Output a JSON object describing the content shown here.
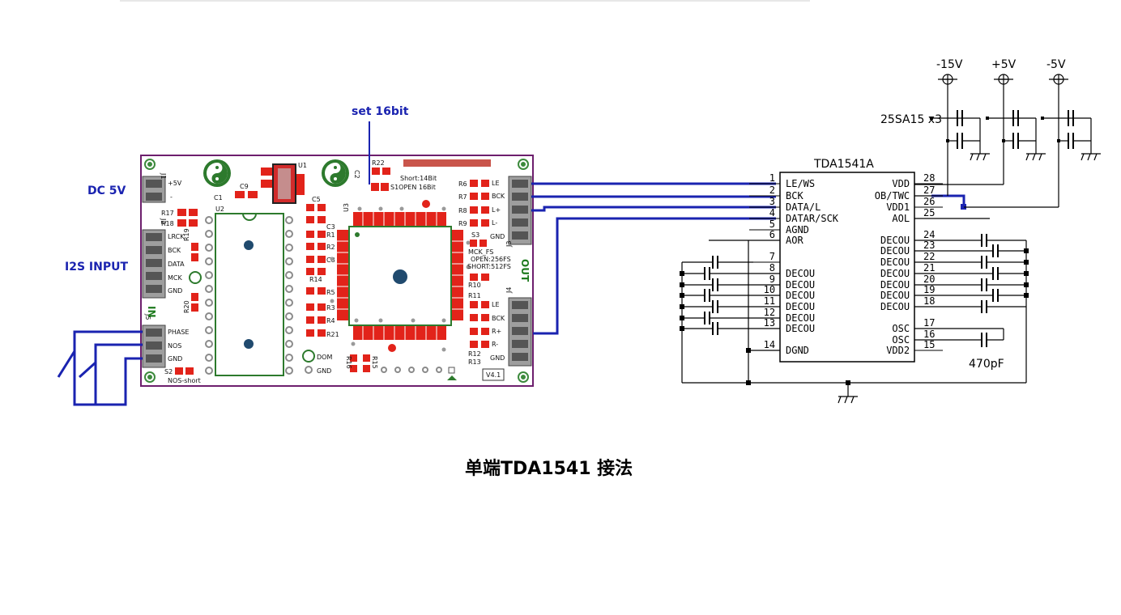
{
  "caption": "单端TDA1541 接法",
  "annotations": {
    "dc5v": "DC 5V",
    "i2s_input": "I2S INPUT",
    "set16bit": "set 16bit"
  },
  "pcb": {
    "version": "V4.1",
    "connectors": {
      "j1": [
        "+5V",
        "-"
      ],
      "j2": [
        "LRCK",
        "BCK",
        "DATA",
        "MCK",
        "GND"
      ],
      "j5": [
        "PHASE",
        "NOS",
        "GND"
      ],
      "j3": [
        "LE",
        "BCK",
        "L+",
        "L-",
        "GND"
      ],
      "j4": [
        "LE",
        "BCK",
        "R+",
        "R-",
        "GND"
      ]
    },
    "conn_ids": {
      "j1": "J1",
      "j2": "J2",
      "j5": "J5",
      "j3": "J3",
      "j4": "J4"
    },
    "refs": {
      "c1": "C1",
      "c2": "C2",
      "c9": "C9",
      "u1": "U1",
      "u2": "U2",
      "u3": "U3",
      "r22": "R22",
      "short14": "Short:14Bit",
      "s1open": "S1OPEN 16Bit",
      "r17": "R17",
      "r18": "R18",
      "r19": "R19",
      "r20": "R20",
      "c5": "C5",
      "c3": "C3",
      "r1": "R1",
      "r2": "R2",
      "c8": "C8",
      "r14": "R14",
      "r5": "R5",
      "r3": "R3",
      "r4": "R4",
      "r21": "R21",
      "r6": "R6",
      "r7": "R7",
      "r8": "R8",
      "r9": "R9",
      "s3": "S3",
      "mckfs": "MCK_FS",
      "open256": "OPEN:256FS",
      "short512": "SHORT:512FS",
      "r10": "R10",
      "r11": "R11",
      "r12": "R12",
      "r13": "R13",
      "s2": "S2",
      "nosshort": "NOS-short",
      "dom": "DOM",
      "gnd": "GND",
      "r16": "R16",
      "r15": "R15",
      "in": "IN",
      "out": "OUT"
    }
  },
  "schematic": {
    "chip": "TDA1541A",
    "supplies": [
      "-15V",
      "+5V",
      "-5V"
    ],
    "regulator_note": "25SA15 x3",
    "osc_cap": "470pF",
    "left_pins": [
      {
        "num": "1",
        "label": "LE/WS"
      },
      {
        "num": "2",
        "label": "BCK"
      },
      {
        "num": "3",
        "label": "DATA/L"
      },
      {
        "num": "4",
        "label": "DATAR/SCK"
      },
      {
        "num": "5",
        "label": "AGND"
      },
      {
        "num": "6",
        "label": "AOR"
      },
      {
        "num": "7",
        "label": ""
      },
      {
        "num": "8",
        "label": "DECOU"
      },
      {
        "num": "9",
        "label": "DECOU"
      },
      {
        "num": "10",
        "label": "DECOU"
      },
      {
        "num": "11",
        "label": "DECOU"
      },
      {
        "num": "12",
        "label": "DECOU"
      },
      {
        "num": "13",
        "label": "DECOU"
      },
      {
        "num": "14",
        "label": "DGND"
      }
    ],
    "right_pins": [
      {
        "num": "28",
        "label": "VDD"
      },
      {
        "num": "27",
        "label": "OB/TWC"
      },
      {
        "num": "26",
        "label": "VDD1"
      },
      {
        "num": "25",
        "label": "AOL"
      },
      {
        "num": "24",
        "label": "DECOU"
      },
      {
        "num": "23",
        "label": "DECOU"
      },
      {
        "num": "22",
        "label": "DECOU"
      },
      {
        "num": "21",
        "label": "DECOU"
      },
      {
        "num": "20",
        "label": "DECOU"
      },
      {
        "num": "19",
        "label": "DECOU"
      },
      {
        "num": "18",
        "label": "DECOU"
      },
      {
        "num": "17",
        "label": "OSC"
      },
      {
        "num": "16",
        "label": "OSC"
      },
      {
        "num": "15",
        "label": "VDD2"
      }
    ]
  }
}
